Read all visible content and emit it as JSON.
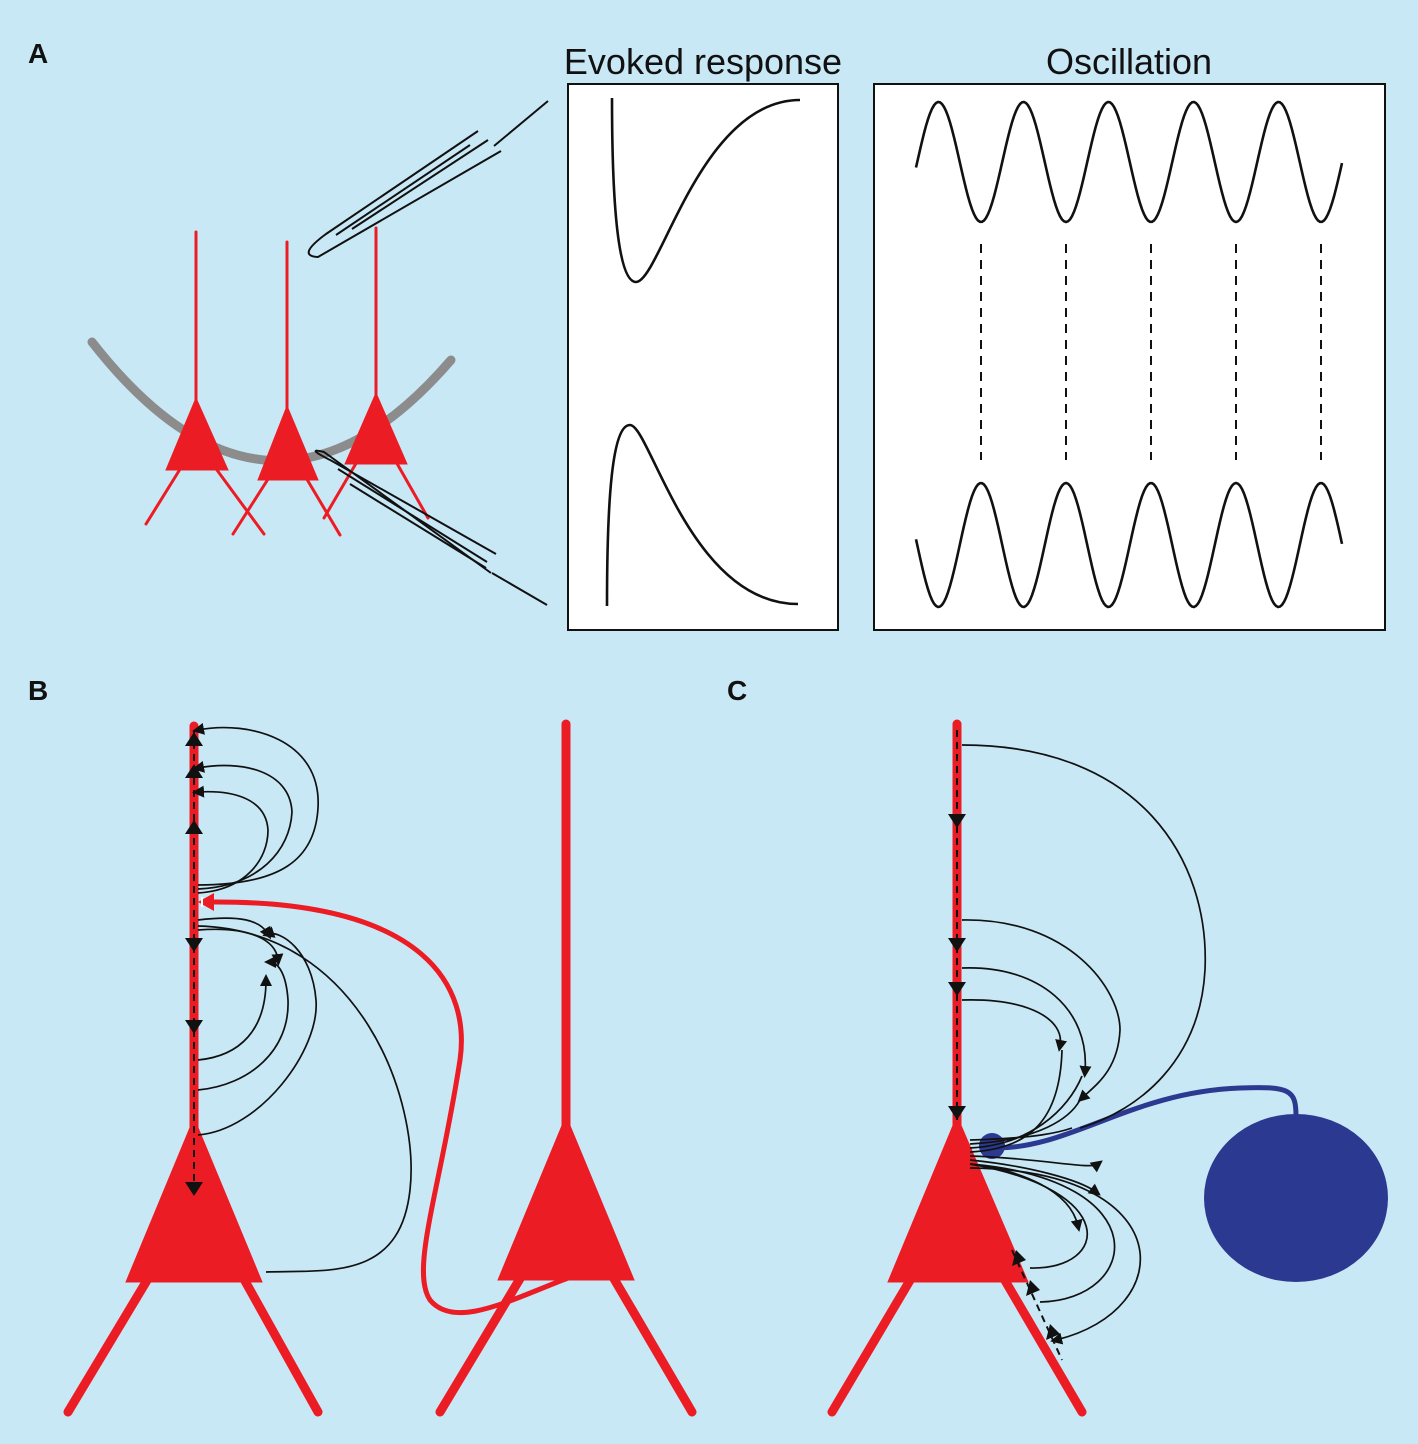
{
  "panels": {
    "a": {
      "letter": "A",
      "evoked_title": "Evoked response",
      "oscillation_title": "Oscillation"
    },
    "b": {
      "letter": "B"
    },
    "c": {
      "letter": "C"
    }
  },
  "colors": {
    "background": "#c9e8f6",
    "pyramidal_neuron": "#ec1c24",
    "interneuron": "#2b3990",
    "cortical_surface": "#8c8c8c",
    "trace": "#111111",
    "plot_background": "#ffffff"
  },
  "icons": {
    "neuron": "pyramidal-neuron-icon",
    "interneuron": "interneuron-icon",
    "electrode": "electrode-icon"
  }
}
